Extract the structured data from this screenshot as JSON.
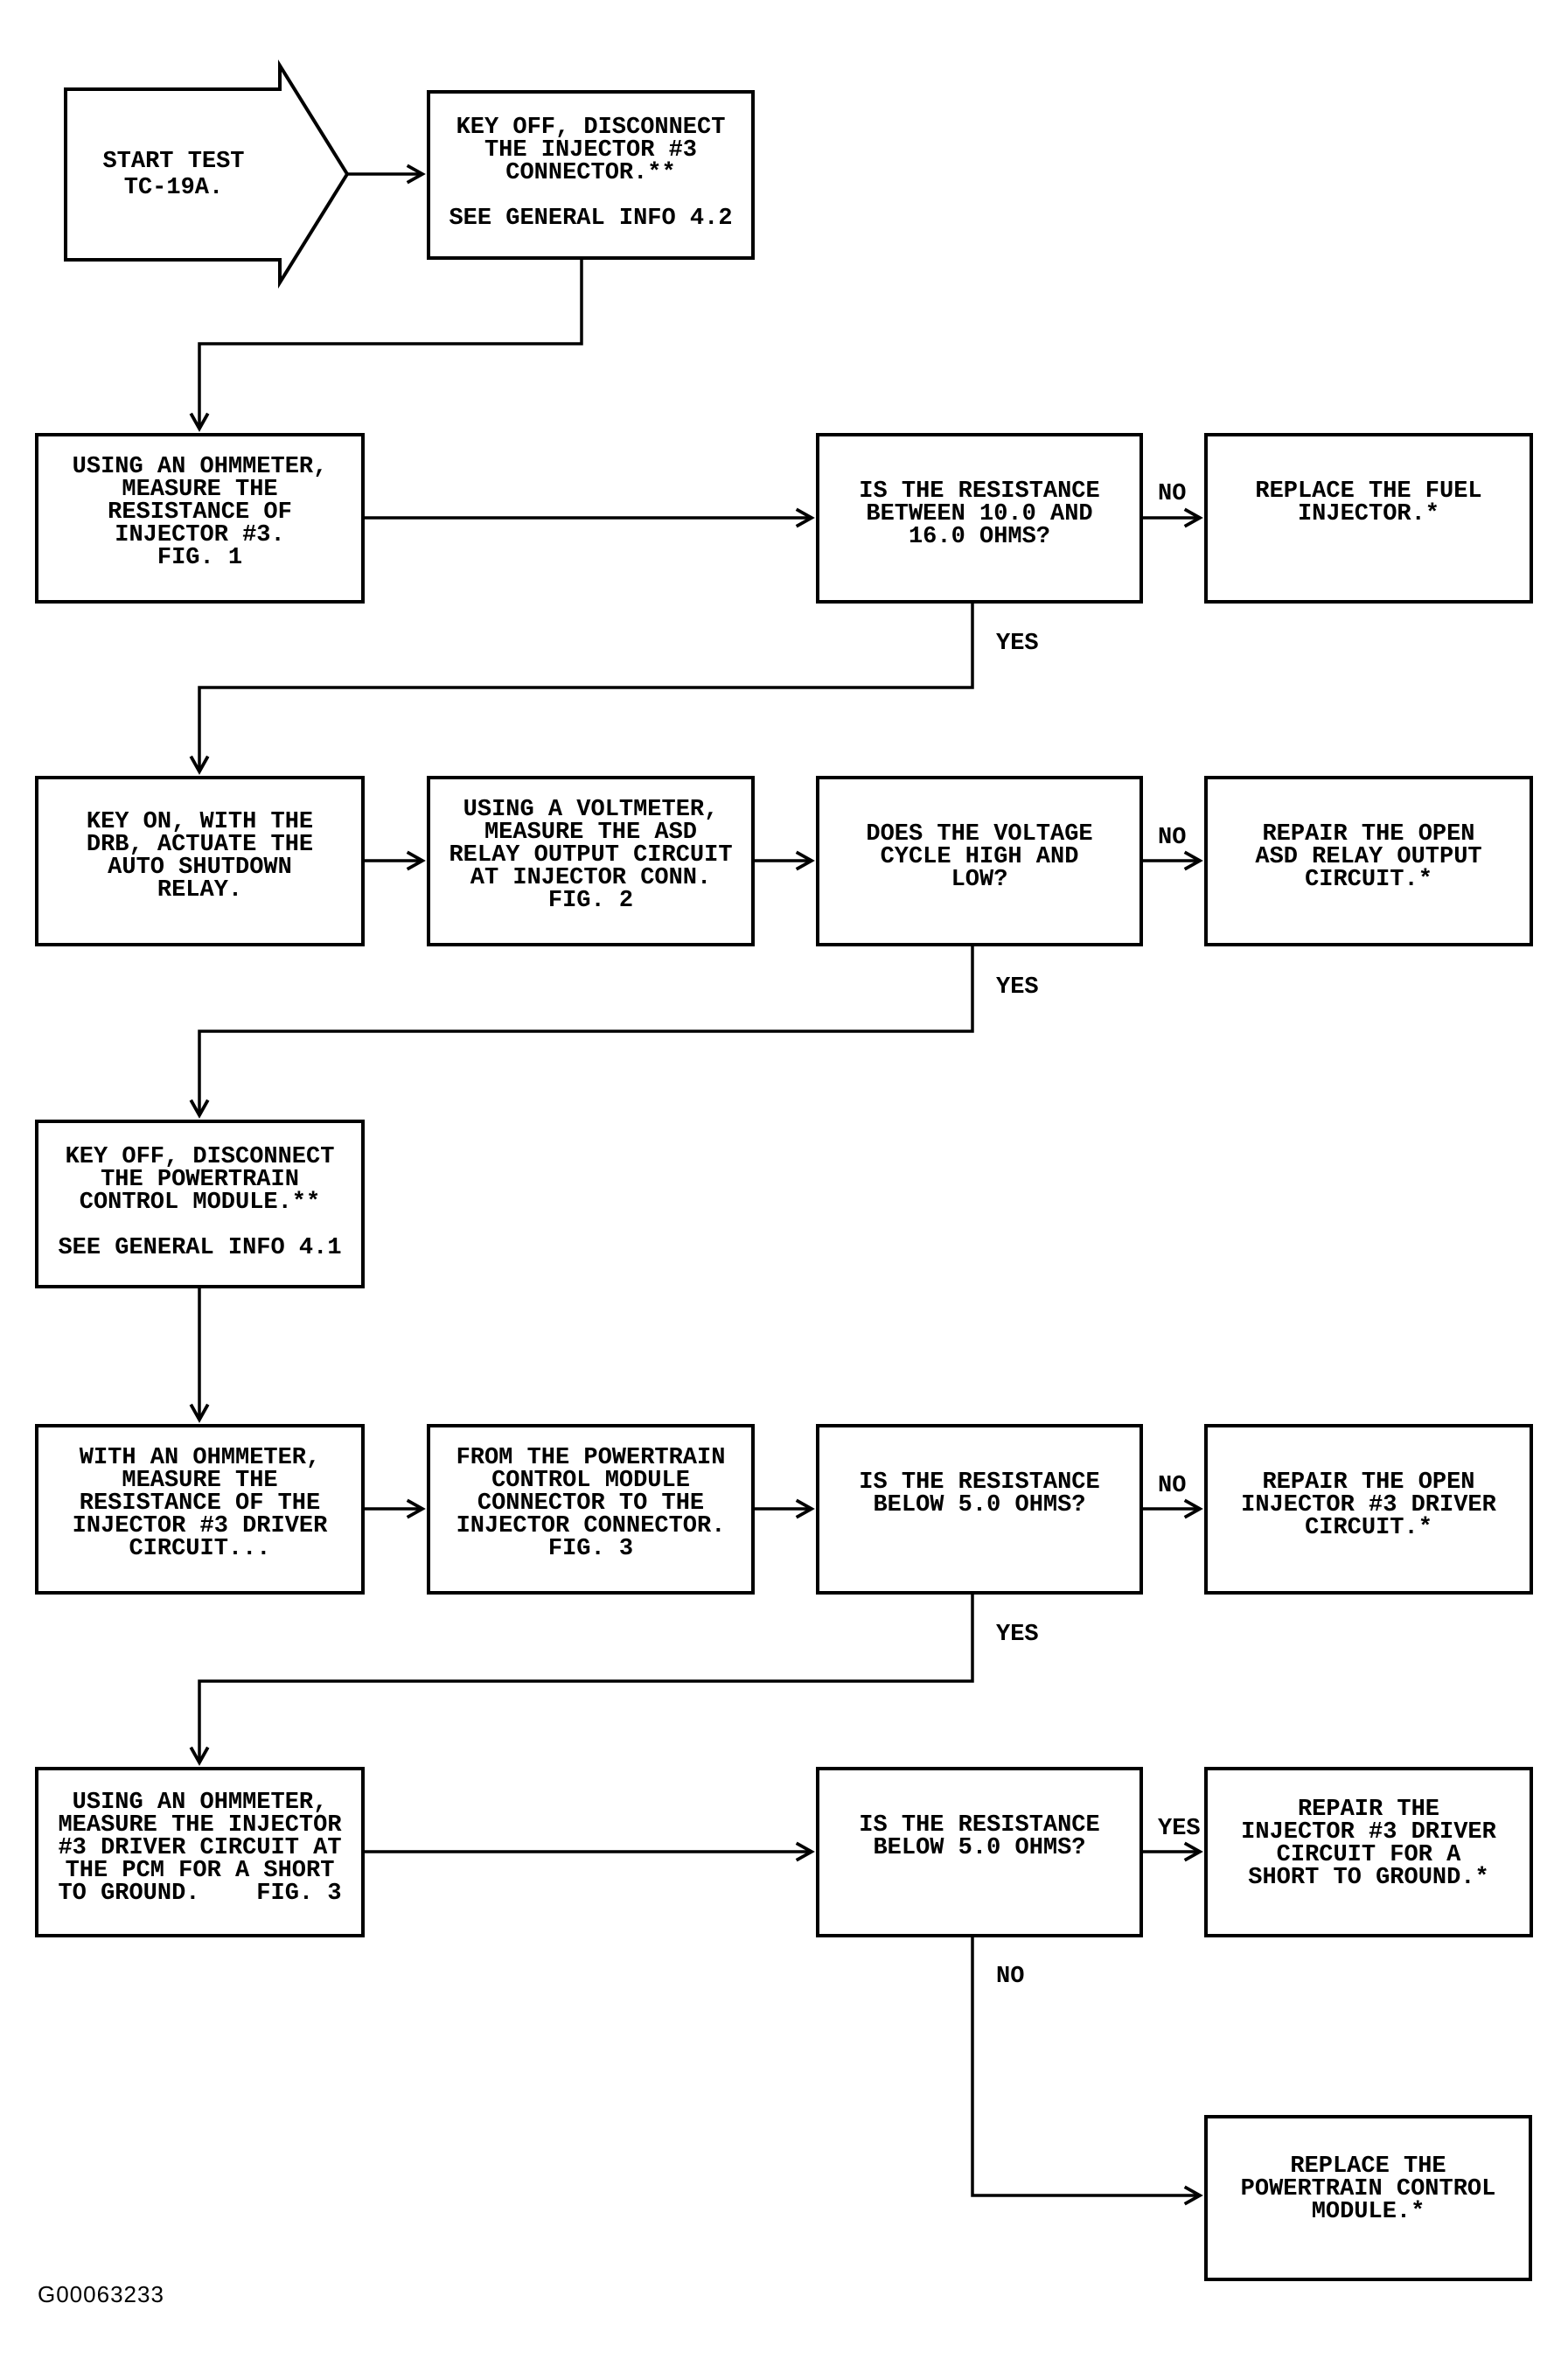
{
  "page": {
    "footer_code": "G00063233",
    "colors": {
      "ink": "#000000",
      "paper": "#ffffff"
    }
  },
  "flowchart": {
    "start": {
      "lines": [
        "START TEST",
        "TC-19A."
      ]
    },
    "labels": {
      "yes": "YES",
      "no": "NO"
    },
    "nodes": {
      "keyoff_injector": {
        "lines": [
          "KEY OFF, DISCONNECT",
          "THE INJECTOR #3",
          "CONNECTOR.**",
          "",
          "SEE GENERAL INFO 4.2"
        ]
      },
      "measure_resistance": {
        "lines": [
          "USING AN OHMMETER,",
          "MEASURE THE",
          "RESISTANCE OF",
          "INJECTOR #3.",
          "FIG. 1"
        ]
      },
      "resistance_10_16": {
        "lines": [
          "IS THE RESISTANCE",
          "BETWEEN 10.0 AND",
          "16.0 OHMS?"
        ]
      },
      "replace_injector": {
        "lines": [
          "REPLACE THE FUEL",
          "INJECTOR.*"
        ]
      },
      "key_on_actuate": {
        "lines": [
          "KEY ON, WITH THE",
          "DRB, ACTUATE THE",
          "AUTO SHUTDOWN",
          "RELAY."
        ]
      },
      "voltmeter_asd": {
        "lines": [
          "USING A VOLTMETER,",
          "MEASURE THE ASD",
          "RELAY OUTPUT CIRCUIT",
          "AT INJECTOR CONN.",
          "FIG. 2"
        ]
      },
      "voltage_cycle": {
        "lines": [
          "DOES THE VOLTAGE",
          "CYCLE HIGH AND",
          "LOW?"
        ]
      },
      "repair_asd": {
        "lines": [
          "REPAIR THE OPEN",
          "ASD RELAY OUTPUT",
          "CIRCUIT.*"
        ]
      },
      "keyoff_pcm": {
        "lines": [
          "KEY OFF, DISCONNECT",
          "THE POWERTRAIN",
          "CONTROL MODULE.**",
          "",
          "SEE GENERAL INFO 4.1"
        ]
      },
      "ohmmeter_driver": {
        "lines": [
          "WITH AN OHMMETER,",
          "MEASURE THE",
          "RESISTANCE OF THE",
          "INJECTOR #3 DRIVER",
          "CIRCUIT..."
        ]
      },
      "pcm_to_injector": {
        "lines": [
          "FROM THE POWERTRAIN",
          "CONTROL MODULE",
          "CONNECTOR TO THE",
          "INJECTOR CONNECTOR.",
          "FIG. 3"
        ]
      },
      "resistance_below5_open": {
        "lines": [
          "IS THE RESISTANCE",
          "BELOW 5.0 OHMS?"
        ]
      },
      "repair_open_driver": {
        "lines": [
          "REPAIR THE OPEN",
          "INJECTOR #3 DRIVER",
          "CIRCUIT.*"
        ]
      },
      "ohmmeter_short": {
        "lines": [
          "USING AN OHMMETER,",
          "MEASURE THE INJECTOR",
          "#3 DRIVER CIRCUIT AT",
          "THE PCM FOR A SHORT",
          "TO GROUND.    FIG. 3"
        ]
      },
      "resistance_below5_short": {
        "lines": [
          "IS THE RESISTANCE",
          "BELOW 5.0 OHMS?"
        ]
      },
      "repair_short_driver": {
        "lines": [
          "REPAIR THE",
          "INJECTOR #3 DRIVER",
          "CIRCUIT FOR A",
          "SHORT TO GROUND.*"
        ]
      },
      "replace_pcm": {
        "lines": [
          "REPLACE THE",
          "POWERTRAIN CONTROL",
          "MODULE.*"
        ]
      }
    }
  }
}
